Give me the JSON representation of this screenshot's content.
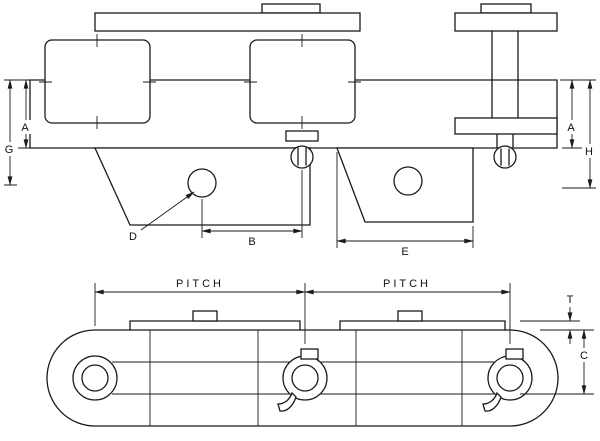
{
  "drawing": {
    "background": "#ffffff",
    "line_color": "#1a1a1a",
    "side_view": {
      "dims": {
        "G": "G",
        "A_left": "A",
        "A_right": "A",
        "H": "H",
        "D": "D",
        "B": "B",
        "E": "E"
      }
    },
    "plan_view": {
      "dims": {
        "pitch_left": "PITCH",
        "pitch_right": "PITCH",
        "T": "T",
        "C": "C"
      }
    }
  }
}
